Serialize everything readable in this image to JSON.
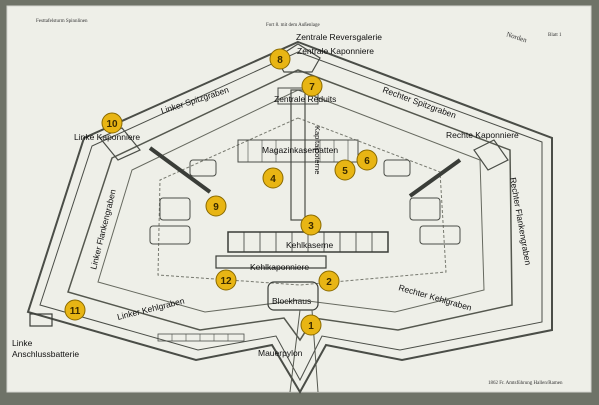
{
  "sheet": {
    "header_left": "Festtafelsturm Spinnlinen",
    "header_center": "Fort 8. mit dem Außenlage",
    "header_right": "Blatt 1",
    "footer_right": "1862 Fr. Amtsführung Hallen/Ramen",
    "north_label": "Norden"
  },
  "labels": [
    {
      "id": "zentrale-reversgalerie",
      "text": "Zentrale Reversgalerie"
    },
    {
      "id": "zentrale-kaponniere",
      "text": "Zentrale Kaponniere"
    },
    {
      "id": "zentrale-reduits",
      "text": "Zentrale Reduits"
    },
    {
      "id": "linker-spitzgraben",
      "text": "Linker Spitzgraben"
    },
    {
      "id": "rechter-spitzgraben",
      "text": "Rechter Spitzgraben"
    },
    {
      "id": "linke-kaponniere",
      "text": "Linke Kaponniere"
    },
    {
      "id": "rechte-kaponniere",
      "text": "Rechte Kaponniere"
    },
    {
      "id": "magazinkasematten",
      "text": "Magazinkasematten"
    },
    {
      "id": "kapitalpoterne",
      "text": "Kapitalpoterne"
    },
    {
      "id": "linker-flankengraben",
      "text": "Linker Flankengraben"
    },
    {
      "id": "rechter-flankengraben",
      "text": "Rechter Flankengraben"
    },
    {
      "id": "kehlkaserne",
      "text": "Kehlkaserne"
    },
    {
      "id": "kehlkaponniere",
      "text": "Kehlkaponniere"
    },
    {
      "id": "linker-kehlgraben",
      "text": "Linker Kehlgraben"
    },
    {
      "id": "rechter-kehlgraben",
      "text": "Rechter Kehlgraben"
    },
    {
      "id": "blockhaus",
      "text": "Blockhaus"
    },
    {
      "id": "mauerpylon",
      "text": "Mauerpylon"
    },
    {
      "id": "linke-anschlussbatterie-1",
      "text": "Linke"
    },
    {
      "id": "linke-anschlussbatterie-2",
      "text": "Anschlussbatterie"
    }
  ],
  "markers": [
    "1",
    "2",
    "3",
    "4",
    "5",
    "6",
    "7",
    "8",
    "9",
    "10",
    "11",
    "12"
  ],
  "colors": {
    "paper": "#eeefe8",
    "ink": "#4a4d47",
    "marker_fill": "#e8b514",
    "marker_stroke": "#8a6a00",
    "frame": "#6f7368"
  }
}
